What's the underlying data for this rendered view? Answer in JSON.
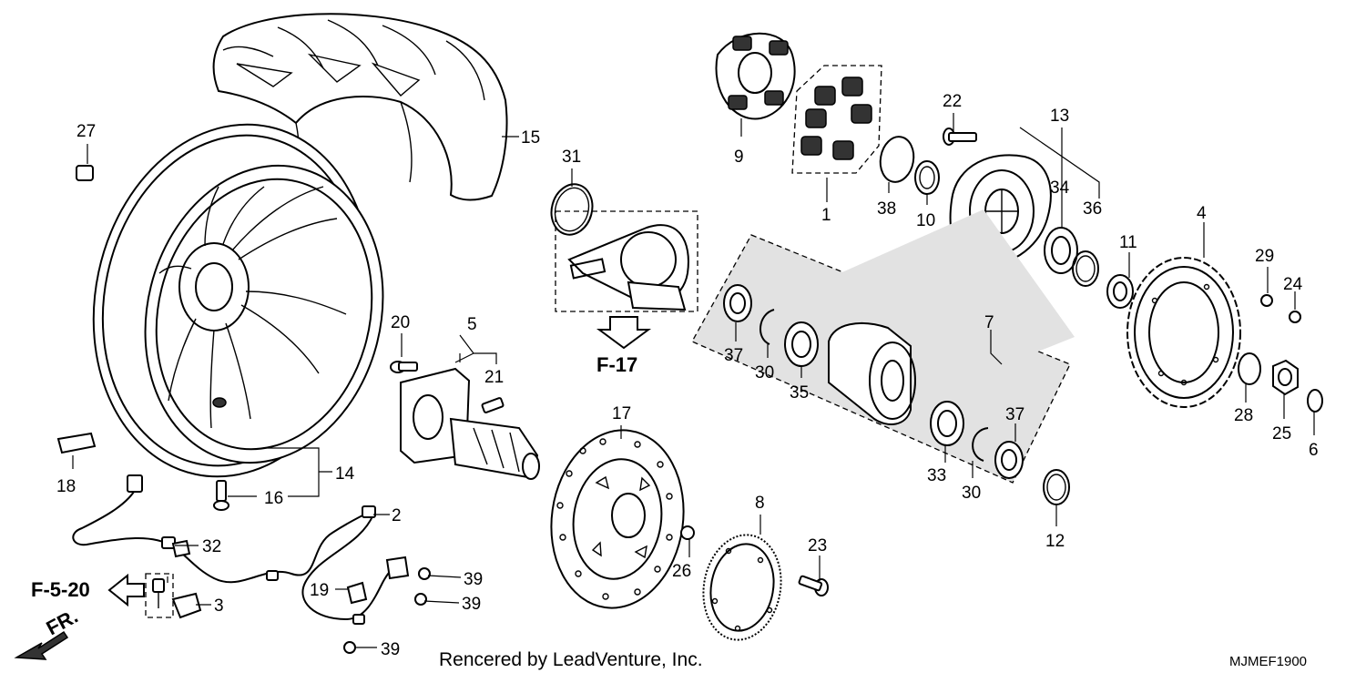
{
  "diagram": {
    "callouts": {
      "c1": "1",
      "c2": "2",
      "c3": "3",
      "c4": "4",
      "c5": "5",
      "c6": "6",
      "c7": "7",
      "c8": "8",
      "c9": "9",
      "c10": "10",
      "c11": "11",
      "c12": "12",
      "c13": "13",
      "c14": "14",
      "c15": "15",
      "c16": "16",
      "c17": "17",
      "c18": "18",
      "c19": "19",
      "c20": "20",
      "c21": "21",
      "c22": "22",
      "c23": "23",
      "c24": "24",
      "c25": "25",
      "c26": "26",
      "c27": "27",
      "c28": "28",
      "c29": "29",
      "c30a": "30",
      "c30b": "30",
      "c31": "31",
      "c32": "32",
      "c33": "33",
      "c34": "34",
      "c35": "35",
      "c36": "36",
      "c37a": "37",
      "c37b": "37",
      "c38": "38",
      "c39a": "39",
      "c39b": "39",
      "c39c": "39"
    },
    "refs": {
      "f17": "F-17",
      "f520": "F-5-20",
      "fr": "FR."
    },
    "credit": "Rencered by LeadVenture, Inc.",
    "code": "MJMEF1900"
  }
}
